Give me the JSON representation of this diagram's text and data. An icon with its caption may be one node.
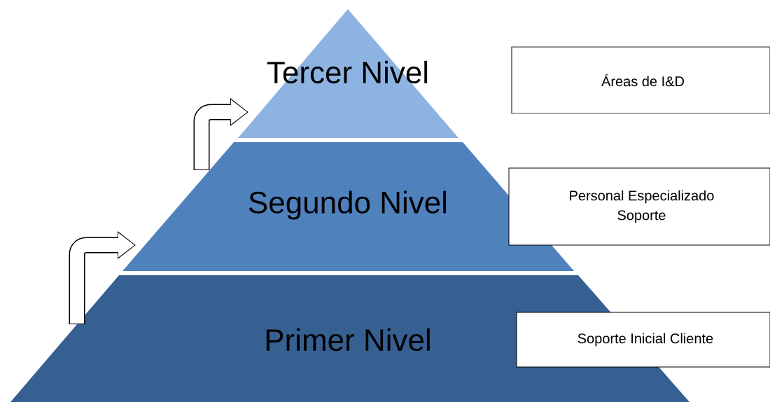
{
  "diagram": {
    "nodes": [
      {
        "text": [
          "Tercer Nivel"
        ]
      },
      {
        "text": [
          "Segundo Nivel"
        ]
      },
      {
        "text": [
          "Primer Nivel"
        ]
      },
      {
        "text": [
          "Áreas de I&D"
        ]
      },
      {
        "text": [
          "Personal Especializado",
          "Soporte"
        ]
      },
      {
        "text": [
          "Soporte Inicial Cliente"
        ]
      }
    ],
    "edges": [
      {
        "from": 2,
        "to": 1,
        "arrow": "to"
      },
      {
        "from": 1,
        "to": 0,
        "arrow": "to"
      }
    ]
  }
}
